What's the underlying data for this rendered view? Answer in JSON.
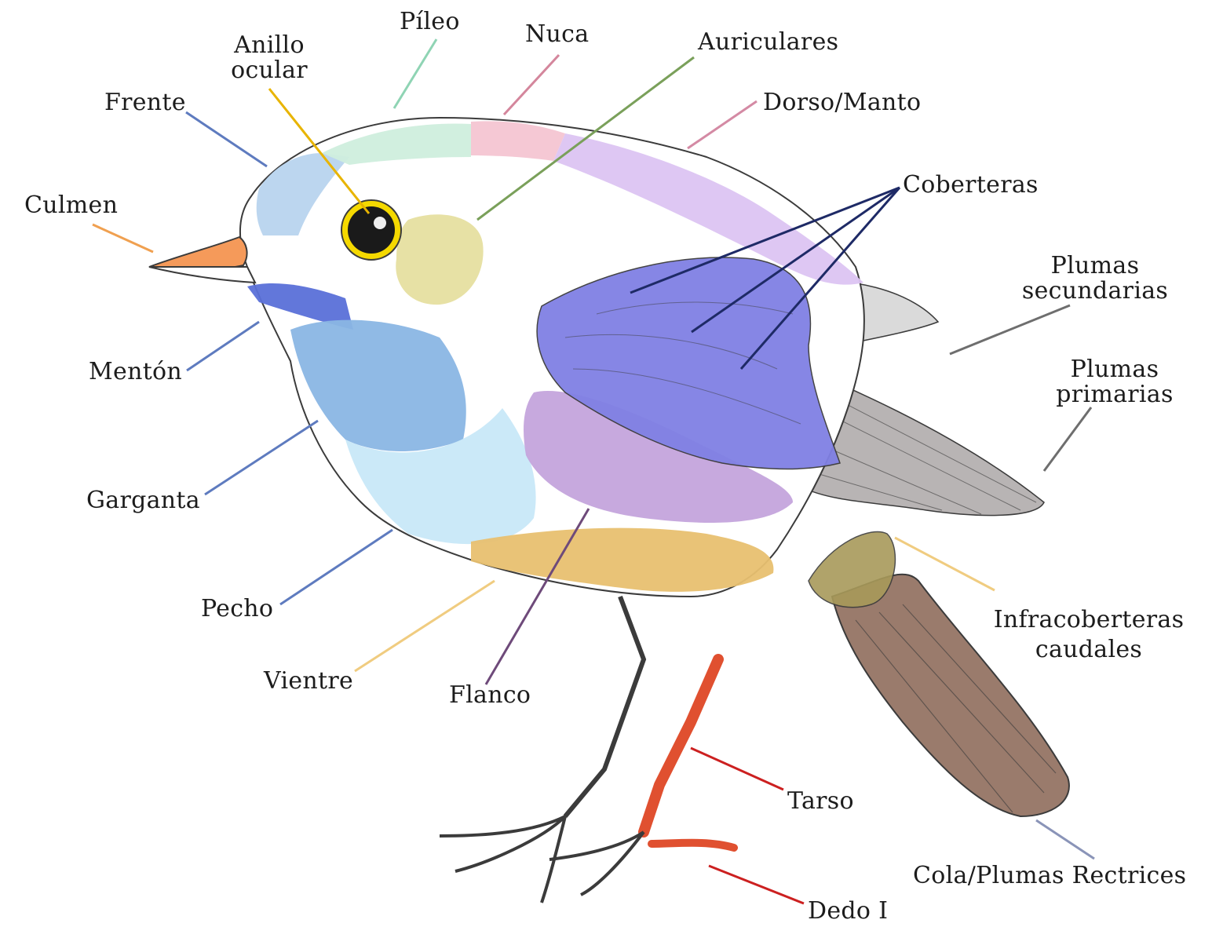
{
  "labels": {
    "pileo": "Píleo",
    "nuca": "Nuca",
    "anillo_ocular_1": "Anillo",
    "anillo_ocular_2": "ocular",
    "auriculares": "Auriculares",
    "frente": "Frente",
    "dorso_manto": "Dorso/Manto",
    "culmen": "Culmen",
    "coberteras": "Coberteras",
    "plumas_secundarias_1": "Plumas",
    "plumas_secundarias_2": "secundarias",
    "plumas_primarias_1": "Plumas",
    "plumas_primarias_2": "primarias",
    "menton": "Mentón",
    "garganta": "Garganta",
    "pecho": "Pecho",
    "infracoberteras_1": "Infracoberteras",
    "infracoberteras_2": "caudales",
    "vientre": "Vientre",
    "flanco": "Flanco",
    "tarso": "Tarso",
    "cola": "Cola/Plumas Rectrices",
    "dedo": "Dedo I"
  },
  "colors": {
    "pileo": "#8fd4b4",
    "nuca": "#d4869c",
    "anillo_ocular": "#e8b400",
    "auriculares": "#7aa05a",
    "frente": "#5e7bbf",
    "dorso_manto": "#d48aa4",
    "culmen": "#f0a050",
    "coberteras": "#1e2a66",
    "plumas": "#6e6e6e",
    "menton": "#5e7bbf",
    "garganta": "#5e7bbf",
    "pecho": "#5e7bbf",
    "infracoberteras": "#f0cc80",
    "vientre": "#f0cc80",
    "flanco": "#6e4a7a",
    "tarso": "#cc2020",
    "cola": "#8a94b8",
    "dedo": "#cc2020"
  }
}
